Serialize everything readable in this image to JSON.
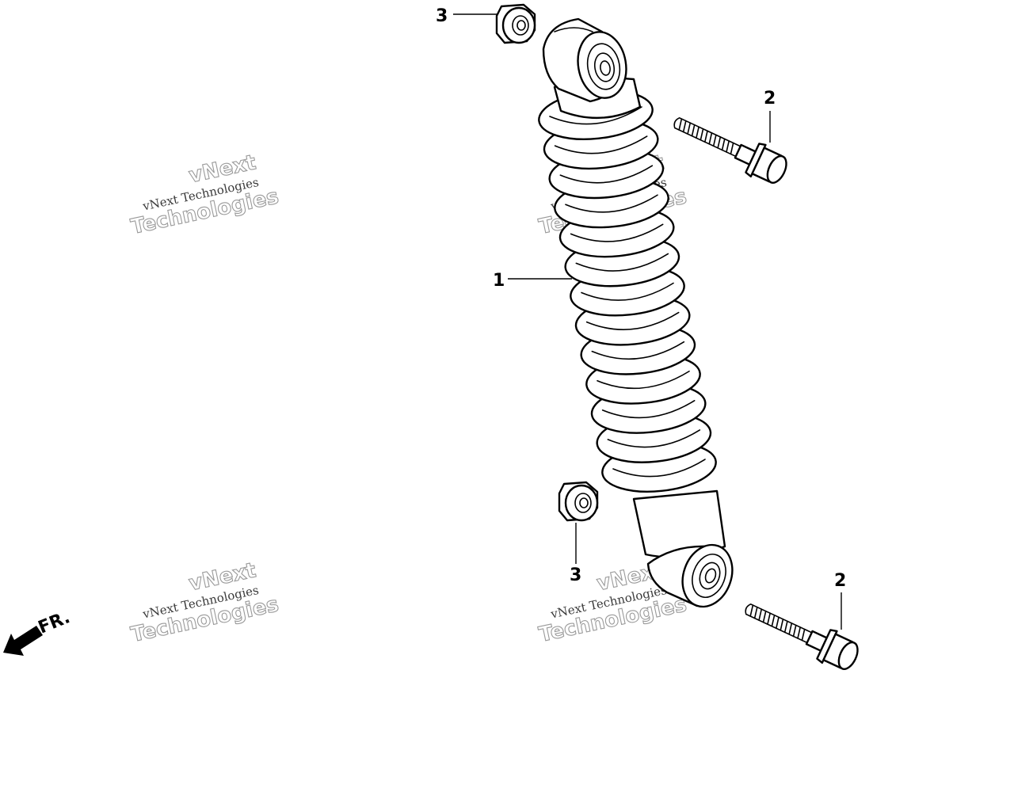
{
  "callouts": [
    {
      "id": "nut-top",
      "label": "3"
    },
    {
      "id": "bolt-top",
      "label": "2"
    },
    {
      "id": "shock",
      "label": "1"
    },
    {
      "id": "nut-bottom",
      "label": "3"
    },
    {
      "id": "bolt-bottom",
      "label": "2"
    }
  ],
  "direction": {
    "label": "FR."
  },
  "watermark": {
    "line1": "vNext",
    "line2": "vNext Technologies",
    "line3": "Technologies"
  }
}
